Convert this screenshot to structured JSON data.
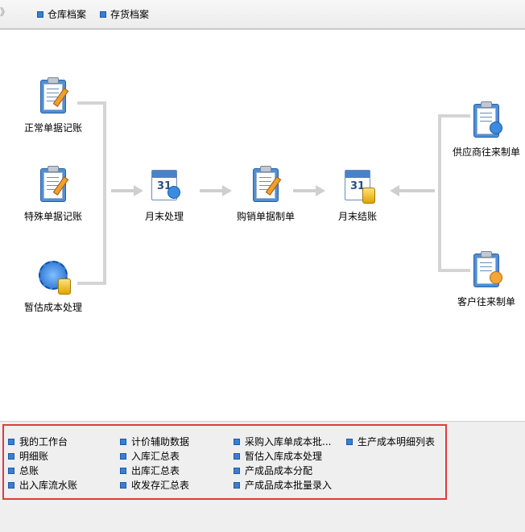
{
  "toolbar": {
    "chevron": "》",
    "links": [
      "仓库档案",
      "存货档案"
    ]
  },
  "flow": {
    "normal_bill": "正常单据记账",
    "special_bill": "特殊单据记账",
    "estimate_cost": "暂估成本处理",
    "month_end_process": "月末处理",
    "purchase_sales_bill": "购销单据制单",
    "month_end_close": "月末结账",
    "supplier_bill": "供应商往来制单",
    "customer_bill": "客户往来制单"
  },
  "bottom_links": [
    [
      "我的工作台",
      "明细账",
      "总账",
      "出入库流水账"
    ],
    [
      "计价辅助数据",
      "入库汇总表",
      "出库汇总表",
      "收发存汇总表"
    ],
    [
      "采购入库单成本批...",
      "暂估入库成本处理",
      "产成品成本分配",
      "产成品成本批量录入"
    ],
    [
      "生产成本明细列表"
    ]
  ],
  "colors": {
    "accent": "#3a7fd1",
    "highlight_border": "#e23a3a"
  }
}
